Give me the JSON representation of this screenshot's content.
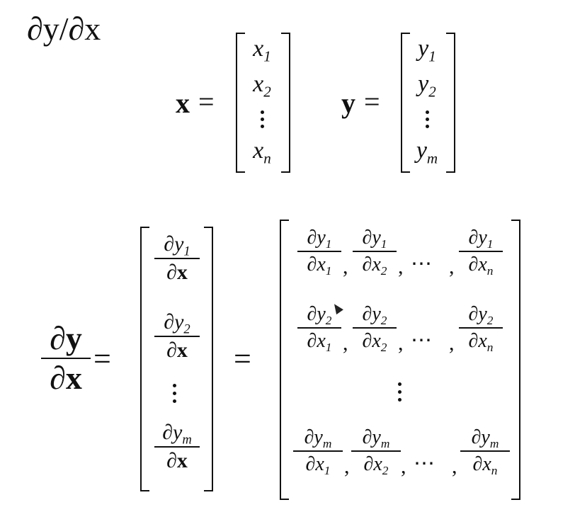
{
  "heading": "∂y/∂x",
  "x_vector": {
    "label": "x",
    "equals": "=",
    "elements": [
      "x",
      "x",
      "x"
    ],
    "subs": [
      "1",
      "2",
      "n"
    ]
  },
  "y_vector": {
    "label": "y",
    "equals": "=",
    "elements": [
      "y",
      "y",
      "y"
    ],
    "subs": [
      "1",
      "2",
      "m"
    ]
  },
  "derivative": {
    "num": "∂y",
    "den": "∂x",
    "equals": "="
  },
  "column_fractions": [
    {
      "num": "∂y",
      "num_sub": "1",
      "den": "∂x"
    },
    {
      "num": "∂y",
      "num_sub": "2",
      "den": "∂x"
    },
    {
      "num": "∂y",
      "num_sub": "m",
      "den": "∂x"
    }
  ],
  "matrix_rows": [
    {
      "num_sub": "1",
      "den_subs": [
        "1",
        "2",
        "n"
      ]
    },
    {
      "num_sub": "2",
      "den_subs": [
        "1",
        "2",
        "n"
      ]
    },
    {
      "num_sub": "m",
      "den_subs": [
        "1",
        "2",
        "n"
      ]
    }
  ],
  "partial_y": "∂y",
  "partial_x": "∂x",
  "separator": ",",
  "ellipsis": "⋯",
  "cursor_icon": "mouse-pointer-icon"
}
